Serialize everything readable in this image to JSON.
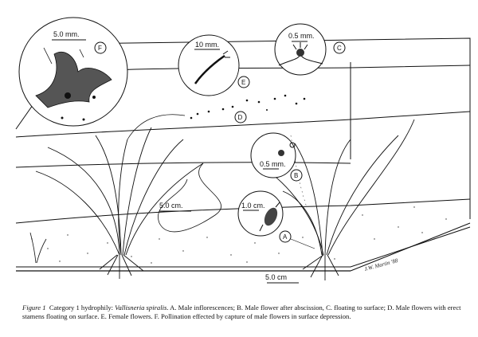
{
  "figure": {
    "scale_labels": {
      "inset_f": "5.0 mm.",
      "inset_e": "10 mm.",
      "inset_c": "0.5 mm.",
      "inset_b": "0.5 mm.",
      "inset_a": "1.0 cm.",
      "water": "5.0 cm.",
      "bottom": "5.0 cm"
    },
    "circle_labels": {
      "a": "A",
      "b": "B",
      "c": "C",
      "d": "D",
      "e": "E",
      "f": "F"
    },
    "signature": "J.W. Martin '88"
  },
  "caption": {
    "figure_label": "Figure 1",
    "text_before_species": "Category 1 hydrophily: ",
    "species": "Vallisneria spiralis",
    "text_after_species": ". A. Male inflorescences; B. Male flower after abscission, C. floating to surface; D. Male flowers with erect stamens floating on surface. E. Female flowers. F. Pollination effected by capture of male flowers in surface depression."
  }
}
